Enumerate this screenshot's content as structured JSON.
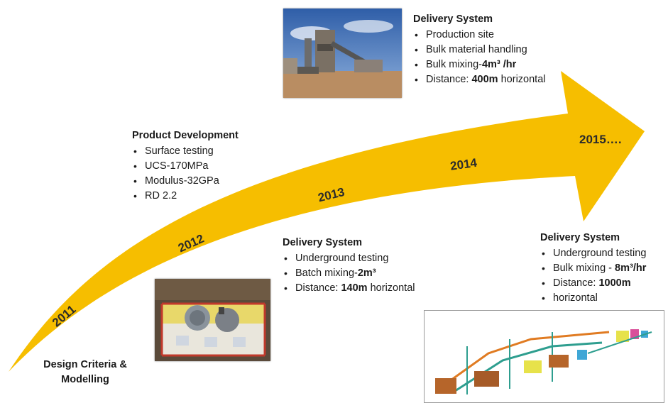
{
  "arrow": {
    "color": "#F6BE00"
  },
  "years": [
    "2011",
    "2012",
    "2013",
    "2014",
    "2015…."
  ],
  "design": {
    "line1": "Design Criteria &",
    "line2": "Modelling"
  },
  "product_development": {
    "title": "Product Development",
    "items": [
      "Surface testing",
      "UCS-170MPa",
      "Modulus-32GPa",
      "RD 2.2"
    ]
  },
  "delivery_2013": {
    "title": "Delivery System",
    "item1": "Underground testing",
    "item2_prefix": "Batch mixing-",
    "item2_value": "2m³",
    "item3_prefix": "Distance: ",
    "item3_value": "140m",
    "item3_suffix": " horizontal"
  },
  "delivery_2014": {
    "title": "Delivery System",
    "item1": "Production site",
    "item2": "Bulk material handling",
    "item3_prefix": "Bulk mixing-",
    "item3_value": "4m³ /hr",
    "item4_prefix": "Distance: ",
    "item4_value": "400m",
    "item4_suffix": " horizontal"
  },
  "delivery_2015": {
    "title": "Delivery System",
    "item1": "Underground testing",
    "item2_prefix": "Bulk mixing - ",
    "item2_value": "8m³/hr",
    "item3_prefix": "Distance: ",
    "item3_value": "1000m",
    "item3_line2": "horizontal"
  }
}
